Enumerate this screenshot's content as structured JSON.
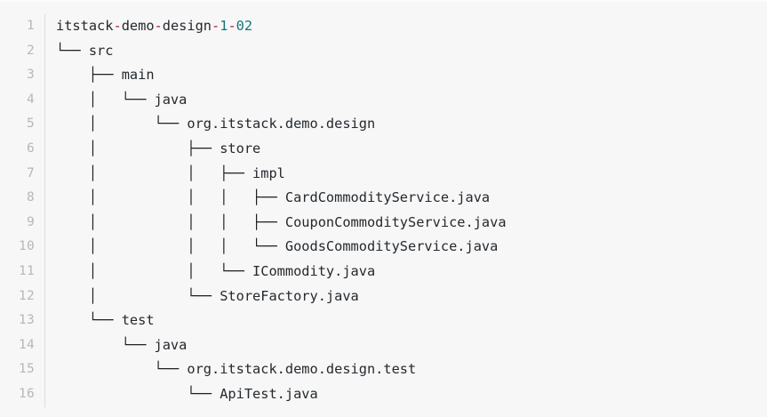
{
  "view": {
    "type": "code-block",
    "language": "plain-text",
    "background_color": "#f7f7f7",
    "text_color": "#24292e",
    "gutter_color": "#b3b8bd",
    "punct_color": "#a61f34",
    "number_color": "#157575"
  },
  "gutter": {
    "line_numbers": [
      "1",
      "2",
      "3",
      "4",
      "5",
      "6",
      "7",
      "8",
      "9",
      "10",
      "11",
      "12",
      "13",
      "14",
      "15",
      "16"
    ]
  },
  "code": {
    "lines": [
      {
        "n": "1",
        "prefix": "",
        "name": "itstack-demo-design-1-02",
        "highlighted": true
      },
      {
        "n": "2",
        "prefix": "└── ",
        "name": "src"
      },
      {
        "n": "3",
        "prefix": "    ├── ",
        "name": "main"
      },
      {
        "n": "4",
        "prefix": "    │   └── ",
        "name": "java"
      },
      {
        "n": "5",
        "prefix": "    │       └── ",
        "name": "org.itstack.demo.design"
      },
      {
        "n": "6",
        "prefix": "    │           ├── ",
        "name": "store"
      },
      {
        "n": "7",
        "prefix": "    │           │   ├── ",
        "name": "impl"
      },
      {
        "n": "8",
        "prefix": "    │           │   │   ├── ",
        "name": "CardCommodityService.java"
      },
      {
        "n": "9",
        "prefix": "    │           │   │   ├── ",
        "name": "CouponCommodityService.java"
      },
      {
        "n": "10",
        "prefix": "    │           │   │   └── ",
        "name": "GoodsCommodityService.java"
      },
      {
        "n": "11",
        "prefix": "    │           │   └── ",
        "name": "ICommodity.java"
      },
      {
        "n": "12",
        "prefix": "    │           └── ",
        "name": "StoreFactory.java"
      },
      {
        "n": "13",
        "prefix": "    └── ",
        "name": "test"
      },
      {
        "n": "14",
        "prefix": "        └── ",
        "name": "java"
      },
      {
        "n": "15",
        "prefix": "            └── ",
        "name": "org.itstack.demo.design.test"
      },
      {
        "n": "16",
        "prefix": "                └── ",
        "name": "ApiTest.java"
      }
    ],
    "title_tokens": [
      {
        "text": "itstack",
        "kind": "text"
      },
      {
        "text": "-",
        "kind": "punct"
      },
      {
        "text": "demo",
        "kind": "text"
      },
      {
        "text": "-",
        "kind": "punct"
      },
      {
        "text": "design",
        "kind": "text"
      },
      {
        "text": "-",
        "kind": "punct"
      },
      {
        "text": "1",
        "kind": "num"
      },
      {
        "text": "-",
        "kind": "punct"
      },
      {
        "text": "02",
        "kind": "num"
      }
    ]
  }
}
